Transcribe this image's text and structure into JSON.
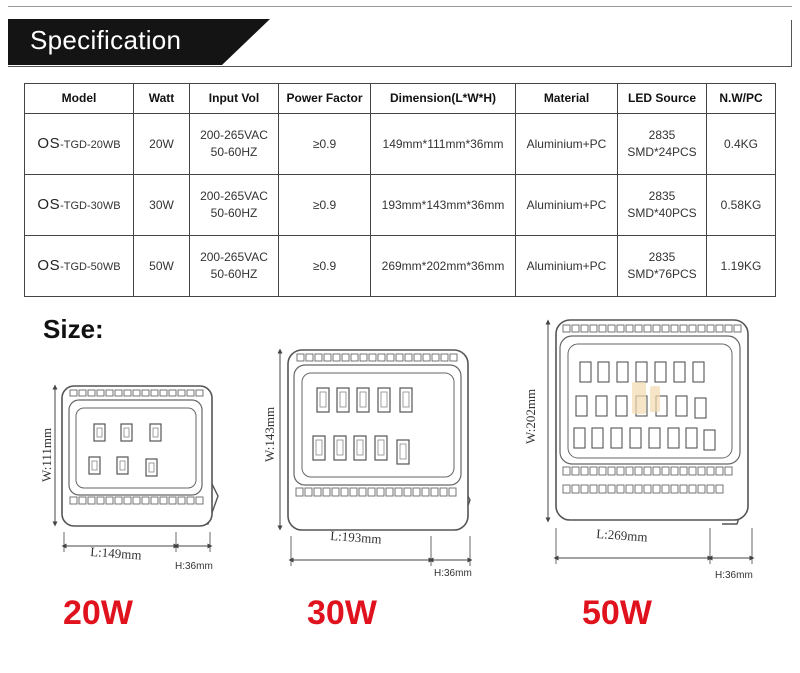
{
  "header": {
    "title": "Specification"
  },
  "table": {
    "headers": [
      "Model",
      "Watt",
      "Input Vol",
      "Power Factor",
      "Dimension(L*W*H)",
      "Material",
      "LED Source",
      "N.W/PC"
    ],
    "rows": [
      {
        "model_prefix": "OS",
        "model_suffix": "-TGD-20WB",
        "watt": "20W",
        "input_line1": "200-265VAC",
        "input_line2": "50-60HZ",
        "power_factor": "≥0.9",
        "dimension": "149mm*111mm*36mm",
        "material": "Aluminium+PC",
        "led_line1": "2835",
        "led_line2": "SMD*24PCS",
        "weight": "0.4KG"
      },
      {
        "model_prefix": "OS",
        "model_suffix": "-TGD-30WB",
        "watt": "30W",
        "input_line1": "200-265VAC",
        "input_line2": "50-60HZ",
        "power_factor": "≥0.9",
        "dimension": "193mm*143mm*36mm",
        "material": "Aluminium+PC",
        "led_line1": "2835",
        "led_line2": "SMD*40PCS",
        "weight": "0.58KG"
      },
      {
        "model_prefix": "OS",
        "model_suffix": "-TGD-50WB",
        "watt": "50W",
        "input_line1": "200-265VAC",
        "input_line2": "50-60HZ",
        "power_factor": "≥0.9",
        "dimension": "269mm*202mm*36mm",
        "material": "Aluminium+PC",
        "led_line1": "2835",
        "led_line2": "SMD*76PCS",
        "weight": "1.19KG"
      }
    ]
  },
  "size": {
    "title": "Size:",
    "lamps": [
      {
        "length_label": "L:149mm",
        "width_label": "W:111mm",
        "height_label": "H:36mm",
        "watt_label": "20W"
      },
      {
        "length_label": "L:193mm",
        "width_label": "W:143mm",
        "height_label": "H:36mm",
        "watt_label": "30W"
      },
      {
        "length_label": "L:269mm",
        "width_label": "W:202mm",
        "height_label": "H:36mm",
        "watt_label": "50W"
      }
    ]
  },
  "colors": {
    "banner": "#141414",
    "watt_red": "#e0121d"
  }
}
